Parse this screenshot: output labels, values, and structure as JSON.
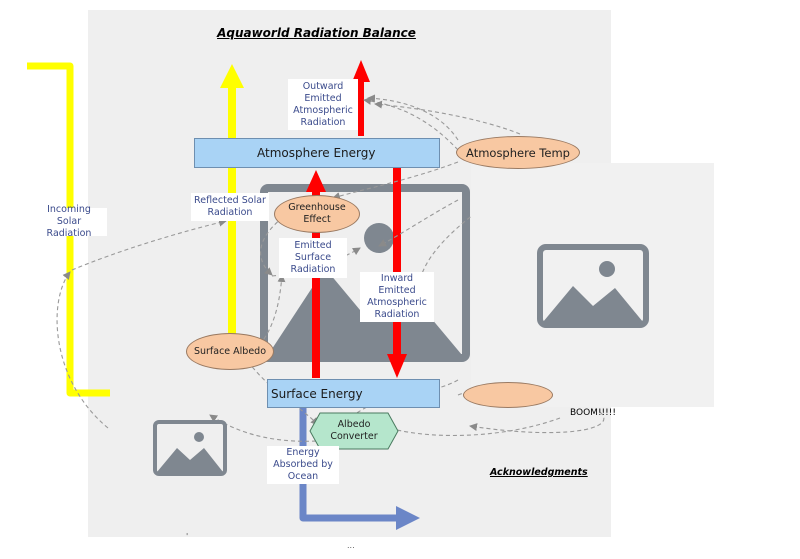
{
  "title": "Aquaworld Radiation Balance",
  "stocks": {
    "atmosphere_energy": "Atmosphere Energy",
    "surface_energy": "Surface Energy"
  },
  "variables": {
    "atmosphere_temp": "Atmosphere Temp",
    "greenhouse_effect": "Greenhouse Effect",
    "surface_albedo": "Surface Albedo",
    "albedo_converter": "Albedo Converter"
  },
  "flows": {
    "incoming_solar": "Incoming Solar Radiation",
    "reflected_solar": "Reflected Solar Radiation",
    "outward_emitted": "Outward Emitted Atmospheric Radiation",
    "emitted_surface": "Emitted Surface Radiation",
    "inward_emitted": "Inward Emitted Atmospheric Radiation",
    "energy_absorbed": "Energy Absorbed by Ocean"
  },
  "acknowledgments": "Acknowledgments",
  "boom": "BOOM!!!!!",
  "dots": "...",
  "tick": "'",
  "colors": {
    "solar_yellow": "#ffff00",
    "radiation_red": "#ff0000",
    "ocean_blue": "#6b86c7",
    "stock_blue": "#a9d3f5",
    "variable_orange": "#f8c8a2",
    "converter_green": "#b5e6cc",
    "placeholder_gray": "#7f8790"
  },
  "icons": [
    "image-placeholder-icon"
  ]
}
